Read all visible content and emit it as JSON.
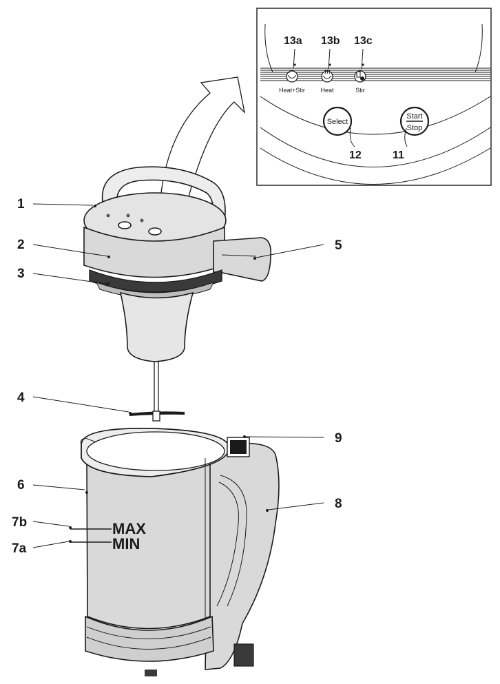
{
  "callouts": {
    "c1": "1",
    "c2": "2",
    "c3": "3",
    "c4": "4",
    "c5": "5",
    "c6": "6",
    "c7b": "7b",
    "c7a": "7a",
    "c8": "8",
    "c9": "9"
  },
  "levels": {
    "max": "MAX",
    "min": "MIN"
  },
  "panel": {
    "c13a": "13a",
    "c13b": "13b",
    "c13c": "13c",
    "c12": "12",
    "c11": "11",
    "mode_heat_stir": "Heat+Stir",
    "mode_heat": "Heat",
    "mode_stir": "Stir",
    "select_label": "Select",
    "start_label": "Start",
    "stop_label": "Stop"
  },
  "colors": {
    "line": "#1a1a1a",
    "body": "#d9d9d9",
    "body_light": "#ededed",
    "dark": "#3a3a3a"
  }
}
